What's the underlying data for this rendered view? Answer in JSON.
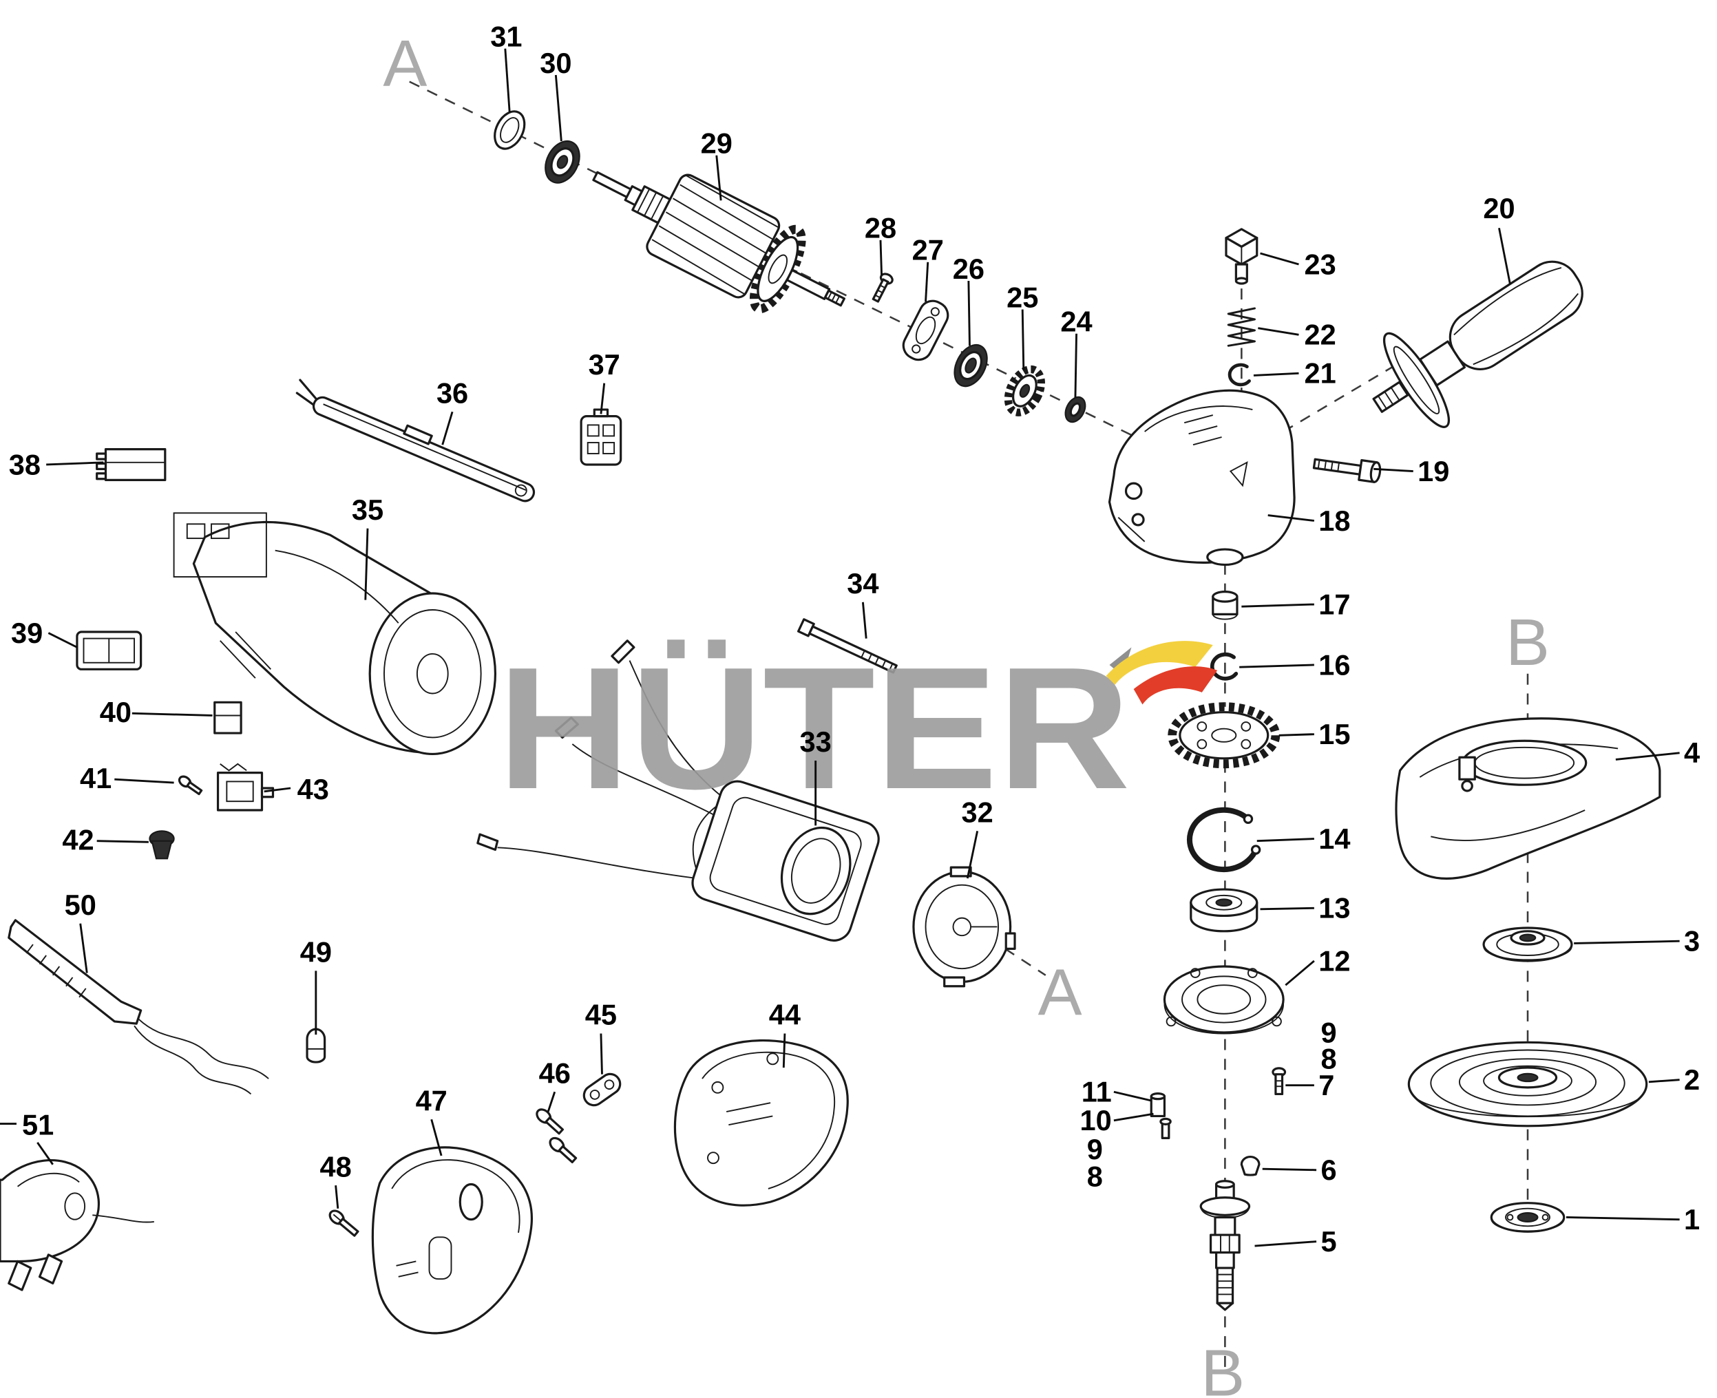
{
  "diagram": {
    "kind": "exploded-parts-diagram",
    "watermark": {
      "text": "HÜTER"
    },
    "markers": {
      "a": "A",
      "b": "B"
    },
    "labels": {
      "p1": "1",
      "p2": "2",
      "p3": "3",
      "p4": "4",
      "p5": "5",
      "p6": "6",
      "p7": "7",
      "p8r": "8",
      "p9r": "9",
      "p8l": "8",
      "p9l": "9",
      "p10": "10",
      "p11": "11",
      "p12": "12",
      "p13": "13",
      "p14": "14",
      "p15": "15",
      "p16": "16",
      "p17": "17",
      "p18": "18",
      "p19": "19",
      "p20": "20",
      "p21": "21",
      "p22": "22",
      "p23": "23",
      "p24": "24",
      "p25": "25",
      "p26": "26",
      "p27": "27",
      "p28": "28",
      "p29": "29",
      "p30": "30",
      "p31": "31",
      "p32": "32",
      "p33": "33",
      "p34": "34",
      "p35": "35",
      "p36": "36",
      "p37": "37",
      "p38": "38",
      "p39": "39",
      "p40": "40",
      "p41": "41",
      "p42": "42",
      "p43": "43",
      "p44": "44",
      "p45": "45",
      "p46": "46",
      "p47": "47",
      "p48": "48",
      "p49": "49",
      "p50": "50",
      "p51": "51"
    },
    "colors": {
      "line": "#1a1a1a",
      "label": "#000000",
      "marker_gray": "#ababab",
      "watermark_gray": "#9c9c9c",
      "logo_yellow": "#f3d03e",
      "logo_red": "#e23d28",
      "logo_gray": "#8f8f8f"
    }
  }
}
